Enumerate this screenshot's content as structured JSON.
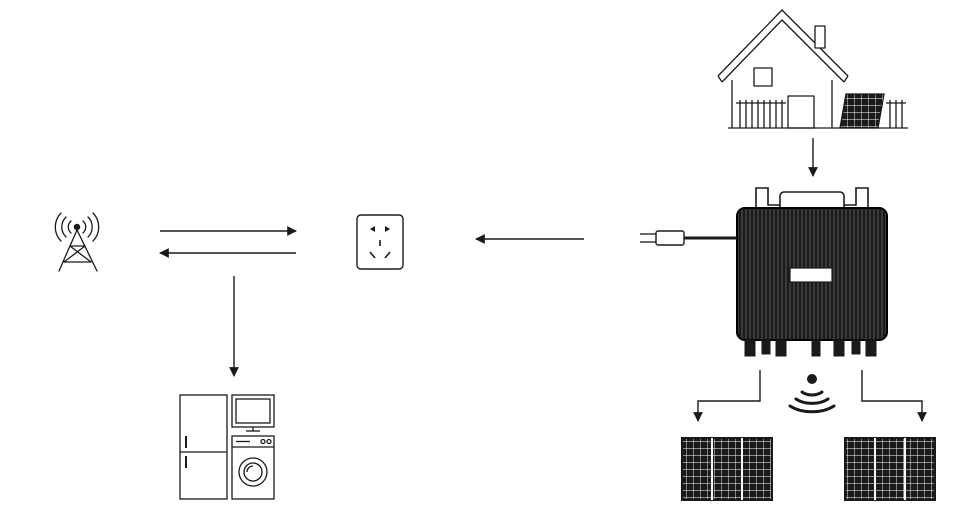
{
  "diagram": {
    "nodes": [
      {
        "id": "cell-tower",
        "icon": "cell-tower-icon"
      },
      {
        "id": "wall-socket",
        "icon": "wall-socket-icon"
      },
      {
        "id": "home-appliances",
        "icon": "appliances-icon"
      },
      {
        "id": "house-with-solar",
        "icon": "house-icon"
      },
      {
        "id": "micro-inverter",
        "icon": "inverter-icon"
      },
      {
        "id": "wireless-signal",
        "icon": "wifi-signal-icon"
      },
      {
        "id": "solar-panel-left",
        "icon": "solar-panel-icon"
      },
      {
        "id": "solar-panel-right",
        "icon": "solar-panel-icon"
      }
    ],
    "edges": [
      {
        "from": "cell-tower",
        "to": "wall-socket"
      },
      {
        "from": "wall-socket",
        "to": "cell-tower"
      },
      {
        "from": "micro-inverter",
        "to": "wall-socket"
      },
      {
        "from": "wall-socket",
        "to": "home-appliances"
      },
      {
        "from": "house-with-solar",
        "to": "micro-inverter"
      },
      {
        "from": "micro-inverter",
        "to": "solar-panel-left"
      },
      {
        "from": "micro-inverter",
        "to": "solar-panel-right"
      }
    ],
    "colors": {
      "stroke": "#1a1a1a",
      "fill_dark": "#1a1a1a",
      "background": "#ffffff"
    }
  }
}
